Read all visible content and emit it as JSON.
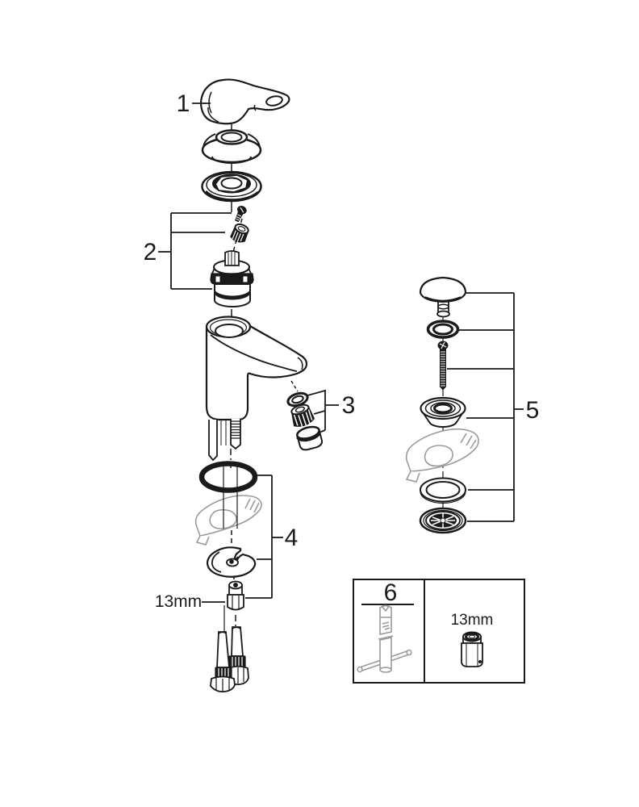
{
  "diagram": {
    "background": "#ffffff",
    "line_color": "#1a1a1a",
    "light_part_color": "#9a9a9a",
    "callouts": {
      "part1": "1",
      "part2": "2",
      "part3": "3",
      "part4": "4",
      "part5": "5",
      "part6": "6"
    },
    "dimension_labels": {
      "mounting_nut": "13mm",
      "box_socket": "13mm"
    }
  }
}
